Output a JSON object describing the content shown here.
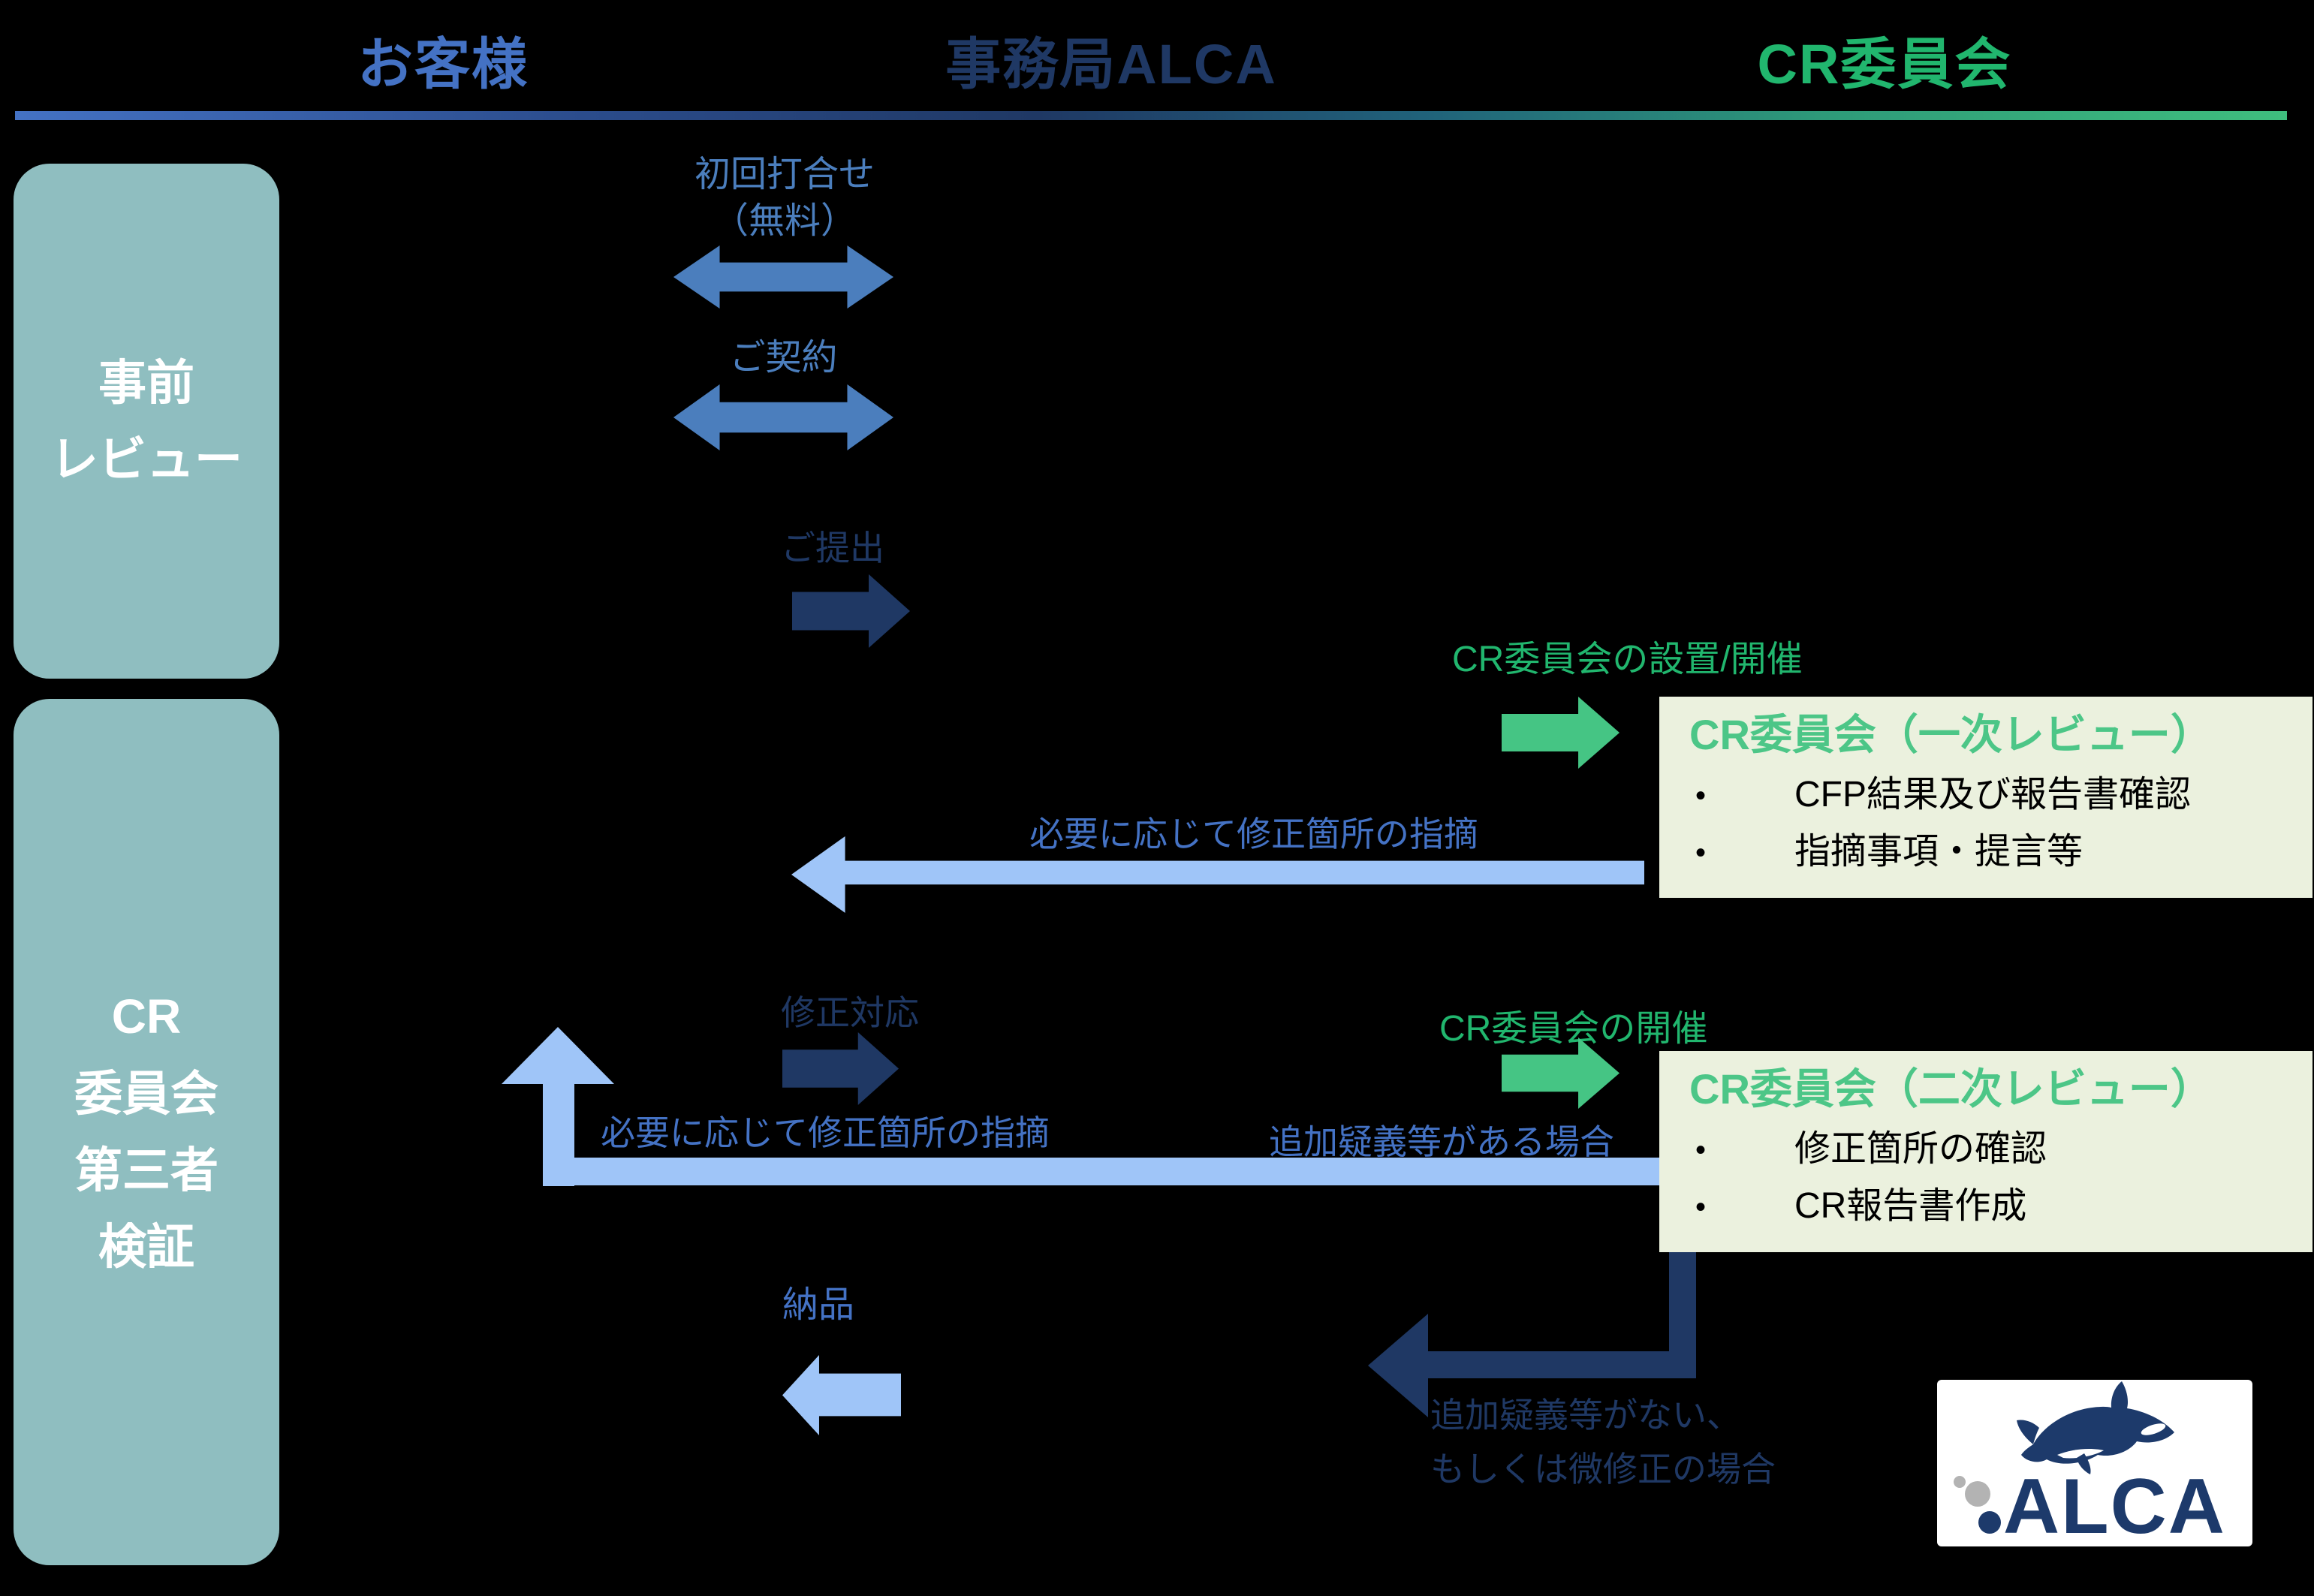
{
  "header": {
    "customer": "お客様",
    "secretariat": "事務局ALCA",
    "committee": "CR委員会"
  },
  "phases": {
    "phase1_line1": "事前",
    "phase1_line2": "レビュー",
    "phase2_line1": "CR",
    "phase2_line2": "委員会",
    "phase2_line3": "第三者",
    "phase2_line4": "検証"
  },
  "flow": {
    "first_meeting_line1": "初回打合せ",
    "first_meeting_line2": "（無料）",
    "contract": "ご契約",
    "submission": "ご提出",
    "committee_setup": "CR委員会の設置/開催",
    "review1": {
      "title": "CR委員会（一次レビュー）",
      "bullet_char": "•",
      "bullets": [
        "CFP結果及び報告書確認",
        "指摘事項・提言等"
      ]
    },
    "correction_note1": "必要に応じて修正箇所の指摘",
    "fix_response": "修正対応",
    "committee_hold": "CR委員会の開催",
    "additional_queries": "追加疑義等がある場合",
    "review2": {
      "title": "CR委員会（二次レビュー）",
      "bullet_char": "•",
      "bullets": [
        "修正箇所の確認",
        "CR報告書作成"
      ]
    },
    "correction_note2": "必要に応じて修正箇所の指摘",
    "delivery": "納品",
    "no_queries_line1": "追加疑義等がない、",
    "no_queries_line2": "もしくは微修正の場合"
  },
  "logo": {
    "text": "ALCA"
  },
  "colors": {
    "background": "#000000",
    "header_customer_blue": "#4472C4",
    "header_secretariat_navy": "#1F3864",
    "header_committee_green": "#21B66E",
    "phase_box_teal": "#8FBEC0",
    "double_arrow_blue": "#4B7EBD",
    "navy_arrow": "#1F3864",
    "light_blue_arrow": "#9FC5F8",
    "green_arrow": "#45C584",
    "review_box_bg": "#EBF1DE",
    "review_title_green": "#4CC687",
    "label_blue": "#4472C4",
    "logo_navy": "#1D3A6B",
    "logo_gray": "#B3B3B3"
  }
}
